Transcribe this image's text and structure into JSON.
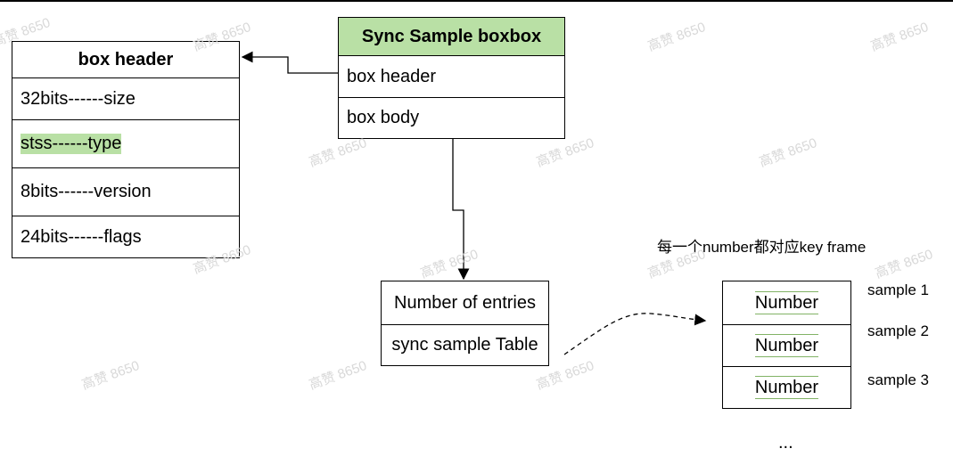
{
  "sync_box": {
    "title": "Sync Sample boxbox",
    "rows": [
      "box header",
      "box body"
    ],
    "header_color": "#b9e0a5"
  },
  "box_header": {
    "title": "box header",
    "fields": [
      "32bits------size",
      "stss------type",
      "8bits------version",
      "24bits------flags"
    ],
    "highlight_color": "#b9e0a5"
  },
  "entries_table": {
    "rows": [
      "Number of entries",
      "sync sample Table"
    ]
  },
  "number_table": {
    "note": "每一个number都对应key frame",
    "rows": [
      "Number",
      "Number",
      "Number"
    ],
    "sample_labels": [
      "sample 1",
      "sample 2",
      "sample 3"
    ],
    "ellipsis": "..."
  },
  "watermark": "高赞 8650"
}
